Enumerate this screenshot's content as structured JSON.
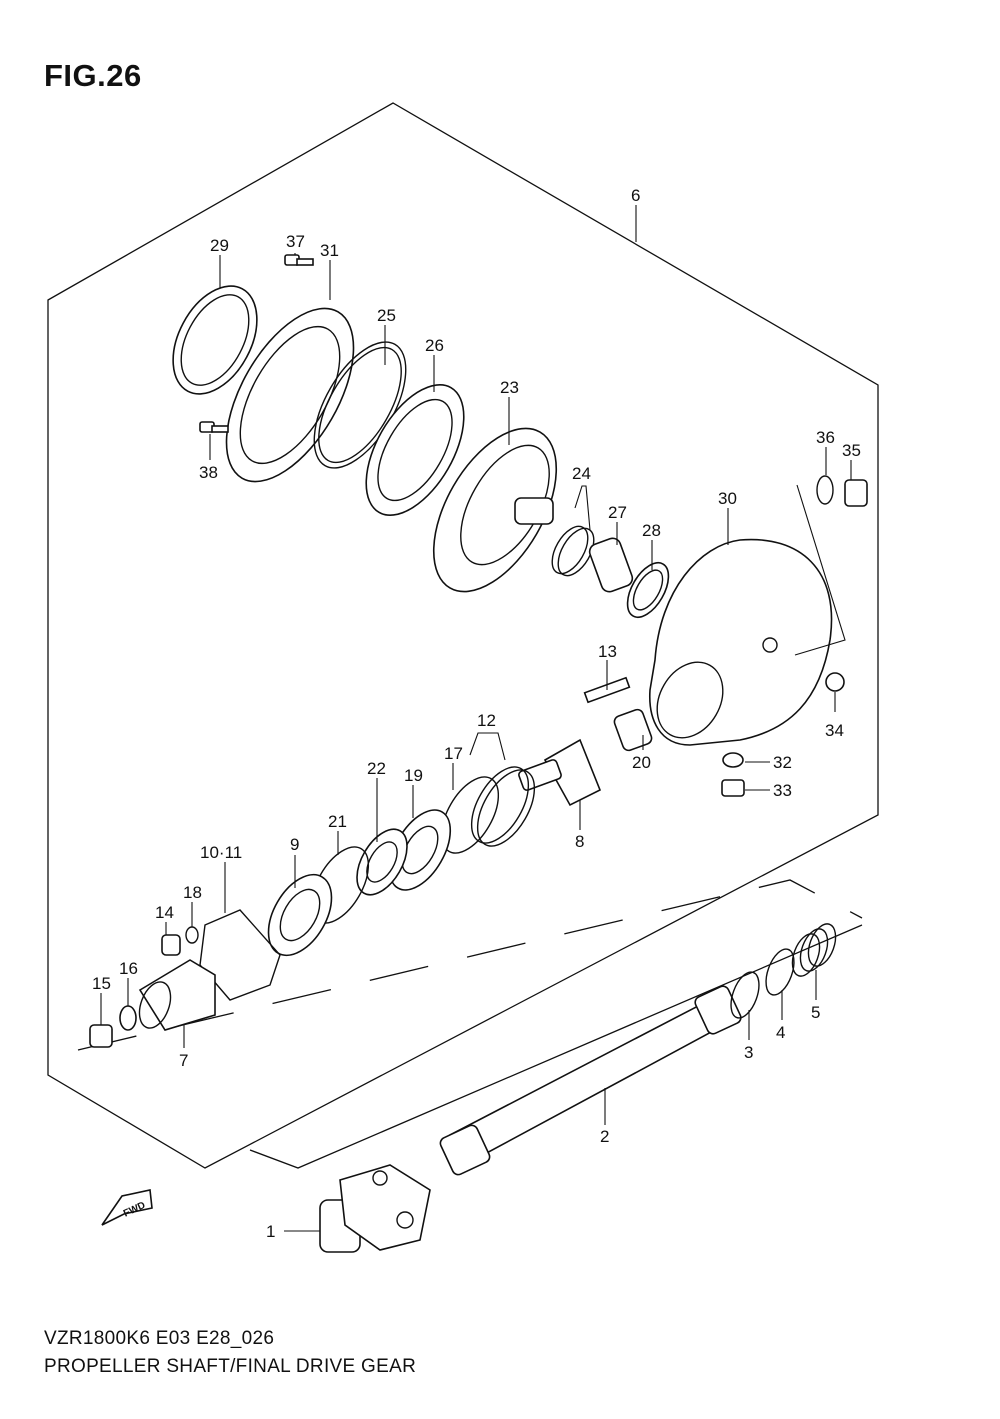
{
  "figure": {
    "title": "FIG.26"
  },
  "footer": {
    "model_code": "VZR1800K6 E03 E28_026",
    "diagram_title": "PROPELLER SHAFT/FINAL DRIVE GEAR"
  },
  "direction_marker": {
    "label": "FWD",
    "icon": "forward-arrow-icon"
  },
  "callouts": [
    {
      "id": "1",
      "label": "1"
    },
    {
      "id": "2",
      "label": "2"
    },
    {
      "id": "3",
      "label": "3"
    },
    {
      "id": "4",
      "label": "4"
    },
    {
      "id": "5",
      "label": "5"
    },
    {
      "id": "6",
      "label": "6"
    },
    {
      "id": "7",
      "label": "7"
    },
    {
      "id": "8",
      "label": "8"
    },
    {
      "id": "9",
      "label": "9"
    },
    {
      "id": "10-11",
      "label": "10·11"
    },
    {
      "id": "12",
      "label": "12"
    },
    {
      "id": "13",
      "label": "13"
    },
    {
      "id": "14",
      "label": "14"
    },
    {
      "id": "15",
      "label": "15"
    },
    {
      "id": "16",
      "label": "16"
    },
    {
      "id": "17",
      "label": "17"
    },
    {
      "id": "18",
      "label": "18"
    },
    {
      "id": "19",
      "label": "19"
    },
    {
      "id": "20",
      "label": "20"
    },
    {
      "id": "21",
      "label": "21"
    },
    {
      "id": "22",
      "label": "22"
    },
    {
      "id": "23",
      "label": "23"
    },
    {
      "id": "24",
      "label": "24"
    },
    {
      "id": "25",
      "label": "25"
    },
    {
      "id": "26",
      "label": "26"
    },
    {
      "id": "27",
      "label": "27"
    },
    {
      "id": "28",
      "label": "28"
    },
    {
      "id": "29",
      "label": "29"
    },
    {
      "id": "30",
      "label": "30"
    },
    {
      "id": "31",
      "label": "31"
    },
    {
      "id": "32",
      "label": "32"
    },
    {
      "id": "33",
      "label": "33"
    },
    {
      "id": "34",
      "label": "34"
    },
    {
      "id": "35",
      "label": "35"
    },
    {
      "id": "36",
      "label": "36"
    },
    {
      "id": "37",
      "label": "37"
    },
    {
      "id": "38",
      "label": "38"
    }
  ]
}
